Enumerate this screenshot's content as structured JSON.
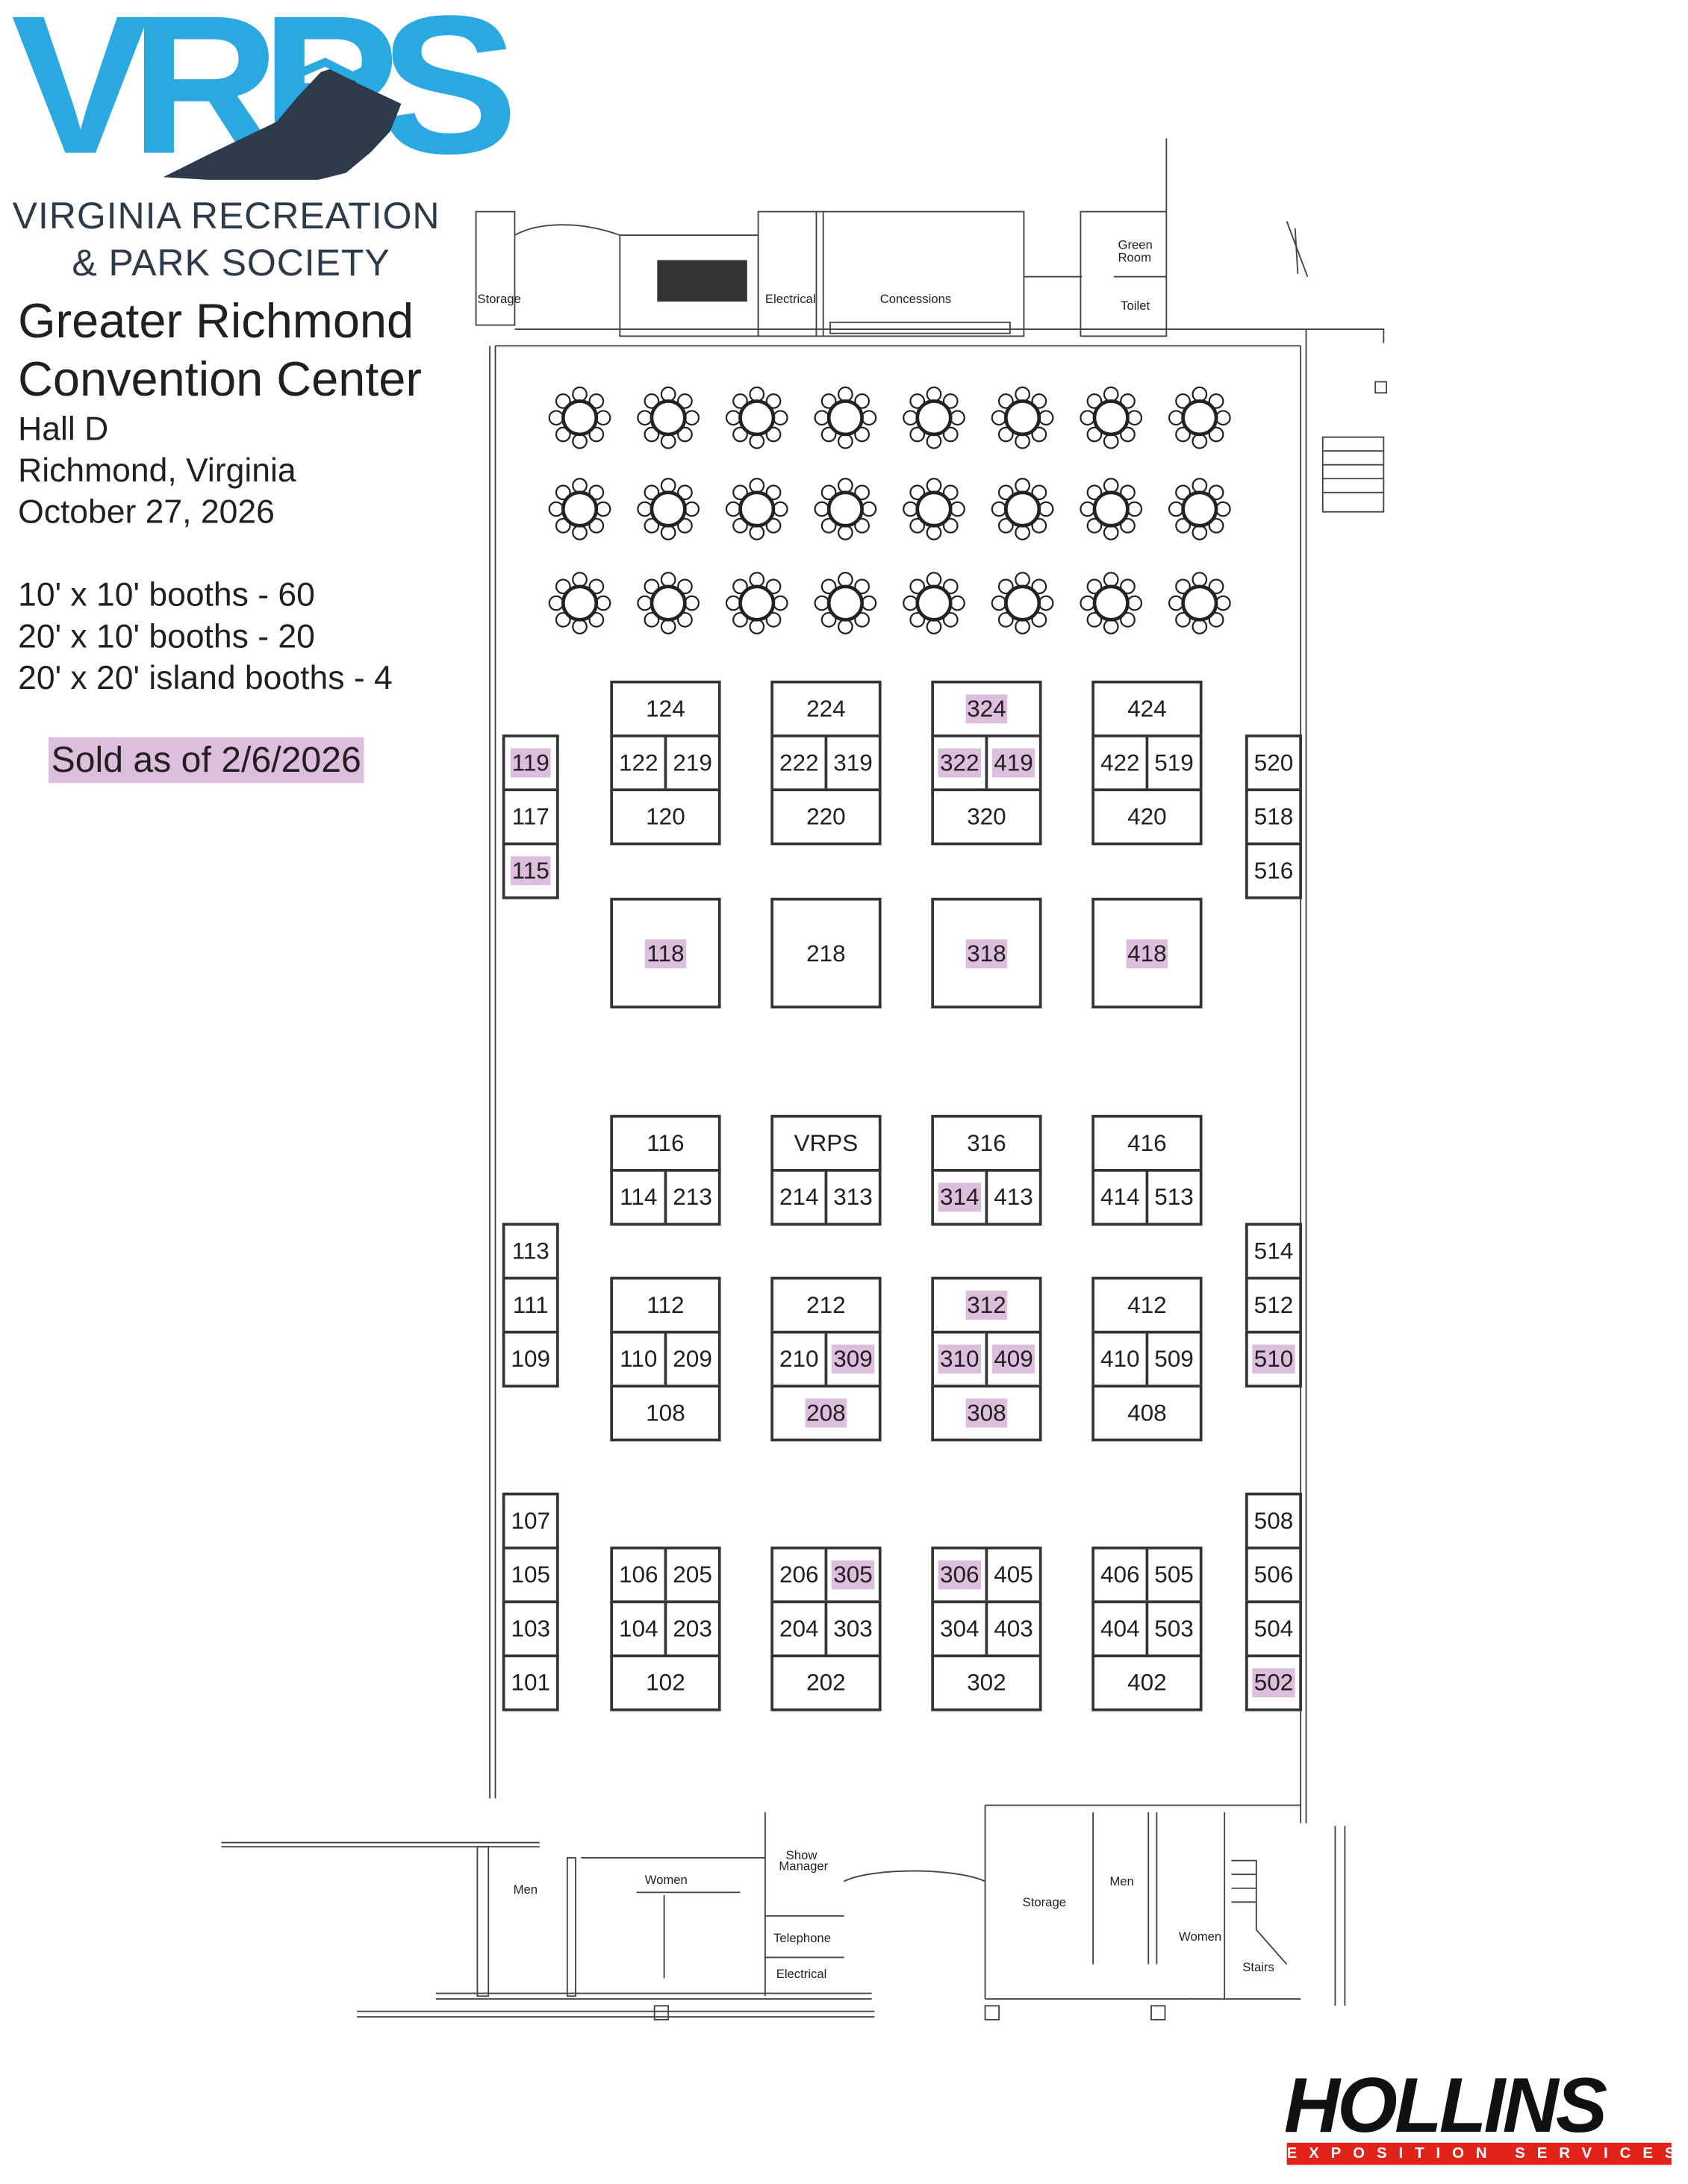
{
  "logo": {
    "wordmark": "VRPS",
    "line1": "VIRGINIA RECREATION",
    "line2": "& PARK SOCIETY",
    "colors": {
      "blue": "#29a9e0",
      "dark": "#2d3a4a"
    }
  },
  "event": {
    "venue_line1": "Greater Richmond",
    "venue_line2": "Convention Center",
    "hall": "Hall D",
    "city": "Richmond, Virginia",
    "date": "October 27, 2026"
  },
  "booth_counts": [
    "10' x 10' booths - 60",
    "20' x 10' booths - 20",
    "20' x 20' island booths - 4"
  ],
  "sold_label": "Sold as of 2/6/2026",
  "sold_color": "#dcbfdc",
  "sold": [
    "119",
    "115",
    "324",
    "322",
    "419",
    "118",
    "318",
    "418",
    "314",
    "312",
    "310",
    "409",
    "309",
    "208",
    "308",
    "510",
    "305",
    "306",
    "502"
  ],
  "hall": {
    "bands": [
      {
        "blocks": [
          {
            "rows": [
              [
                "124"
              ],
              [
                "122",
                "219"
              ],
              [
                "120"
              ]
            ]
          },
          {
            "rows": [
              [
                "224"
              ],
              [
                "222",
                "319"
              ],
              [
                "220"
              ]
            ]
          },
          {
            "rows": [
              [
                "324"
              ],
              [
                "322",
                "419"
              ],
              [
                "320"
              ]
            ]
          },
          {
            "rows": [
              [
                "424"
              ],
              [
                "422",
                "519"
              ],
              [
                "420"
              ]
            ]
          }
        ]
      },
      {
        "blocks": [
          {
            "rows": [
              [
                "118"
              ]
            ]
          },
          {
            "rows": [
              [
                "218"
              ]
            ]
          },
          {
            "rows": [
              [
                "318"
              ]
            ]
          },
          {
            "rows": [
              [
                "418"
              ]
            ]
          }
        ]
      },
      {
        "blocks": [
          {
            "rows": [
              [
                "116"
              ],
              [
                "114",
                "213"
              ]
            ]
          },
          {
            "rows": [
              [
                "VRPS"
              ],
              [
                "214",
                "313"
              ]
            ]
          },
          {
            "rows": [
              [
                "316"
              ],
              [
                "314",
                "413"
              ]
            ]
          },
          {
            "rows": [
              [
                "416"
              ],
              [
                "414",
                "513"
              ]
            ]
          }
        ]
      },
      {
        "blocks": [
          {
            "rows": [
              [
                "112"
              ],
              [
                "110",
                "209"
              ],
              [
                "108"
              ]
            ]
          },
          {
            "rows": [
              [
                "212"
              ],
              [
                "210",
                "309"
              ],
              [
                "208"
              ]
            ]
          },
          {
            "rows": [
              [
                "312"
              ],
              [
                "310",
                "409"
              ],
              [
                "308"
              ]
            ]
          },
          {
            "rows": [
              [
                "412"
              ],
              [
                "410",
                "509"
              ],
              [
                "408"
              ]
            ]
          }
        ]
      },
      {
        "blocks": [
          {
            "rows": [
              [
                "106",
                "205"
              ],
              [
                "104",
                "203"
              ],
              [
                "102"
              ]
            ]
          },
          {
            "rows": [
              [
                "206",
                "305"
              ],
              [
                "204",
                "303"
              ],
              [
                "202"
              ]
            ]
          },
          {
            "rows": [
              [
                "306",
                "405"
              ],
              [
                "304",
                "403"
              ],
              [
                "302"
              ]
            ]
          },
          {
            "rows": [
              [
                "406",
                "505"
              ],
              [
                "404",
                "503"
              ],
              [
                "402"
              ]
            ]
          }
        ]
      }
    ],
    "side_left": [
      [
        "119",
        "117",
        "115"
      ],
      [
        "113",
        "111",
        "109"
      ],
      [
        "107",
        "105",
        "103",
        "101"
      ]
    ],
    "side_right": [
      [
        "520",
        "518",
        "516"
      ],
      [
        "514",
        "512",
        "510"
      ],
      [
        "508",
        "506",
        "504",
        "502"
      ]
    ]
  },
  "rooms": {
    "top": {
      "storage": "Storage",
      "electrical": "Electrical",
      "concessions": "Concessions",
      "green_room_1": "Green",
      "green_room_2": "Room",
      "toilet": "Toilet"
    },
    "bottom": {
      "men_left": "Men",
      "women_left": "Women",
      "show_manager_1": "Show",
      "show_manager_2": "Manager",
      "telephone": "Telephone",
      "electrical": "Electrical",
      "storage": "Storage",
      "men_right": "Men",
      "women_right": "Women",
      "stairs": "Stairs"
    }
  },
  "footer_logo": {
    "name": "HOLLINS",
    "tagline": "EXPOSITION SERVICES"
  }
}
